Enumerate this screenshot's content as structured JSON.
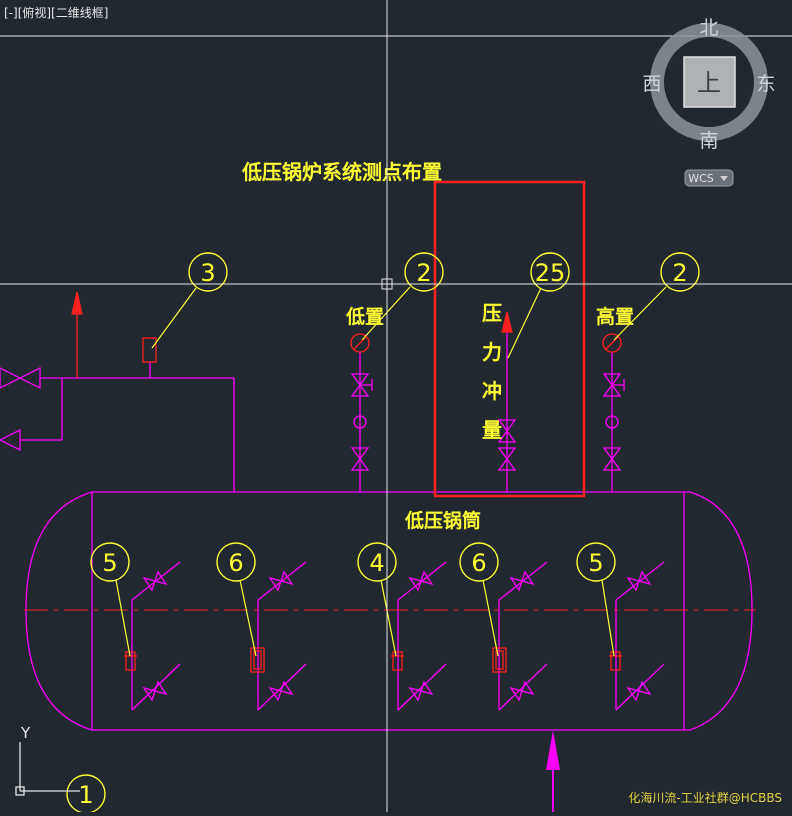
{
  "viewport": {
    "label": "[-][俯视][二维线框]"
  },
  "drawing": {
    "title": "低压锅炉系统测点布置",
    "drum_label": "低压锅筒",
    "low_level_label": "低置",
    "high_level_label": "高置",
    "pressure_vertical_chars": [
      "压",
      "力",
      "冲",
      "量"
    ]
  },
  "balloons": {
    "b3": "3",
    "b2_left": "2",
    "b25": "25",
    "b2_right": "2",
    "b5_left": "5",
    "b6_left": "6",
    "b4": "4",
    "b6_right": "6",
    "b5_right": "5",
    "b1": "1"
  },
  "viewcube": {
    "north": "北",
    "south": "南",
    "west": "西",
    "east": "东",
    "top": "上",
    "wcs": "WCS"
  },
  "ucs": {
    "y_label": "Y"
  },
  "watermark": "化海川流-工业社群@HCBBS",
  "colors": {
    "background": "#212830",
    "magenta": "#ff00ff",
    "yellow": "#ffff33",
    "red": "#ff2020",
    "crosshair": "#e6e6e6"
  }
}
